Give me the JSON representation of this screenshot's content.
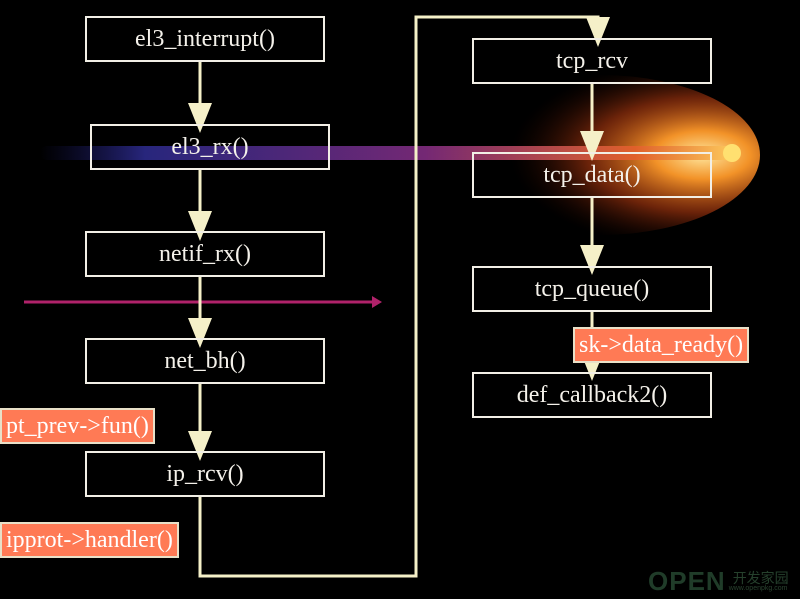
{
  "boxes": {
    "el3_interrupt": "el3_interrupt()",
    "el3_rx": "el3_rx()",
    "netif_rx": "netif_rx()",
    "net_bh": "net_bh()",
    "ip_rcv": "ip_rcv()",
    "tcp_rcv": "tcp_rcv",
    "tcp_data": "tcp_data()",
    "tcp_queue": "tcp_queue()",
    "def_callback2": "def_callback2()"
  },
  "tags": {
    "pt_prev_fun": "pt_prev->fun()",
    "ipprot_handler": "ipprot->handler()",
    "sk_data_ready": "sk->data_ready()"
  },
  "watermark": {
    "brand": "OPEN",
    "site": "开发家园",
    "url": "www.openpkg.com"
  },
  "colors": {
    "background": "#000000",
    "box_border": "#f2efe6",
    "wire": "#f5f0c8",
    "tag_fill": "#ff7a55",
    "divider": "#b0226a",
    "comet_glow": "#ff9a2a"
  }
}
